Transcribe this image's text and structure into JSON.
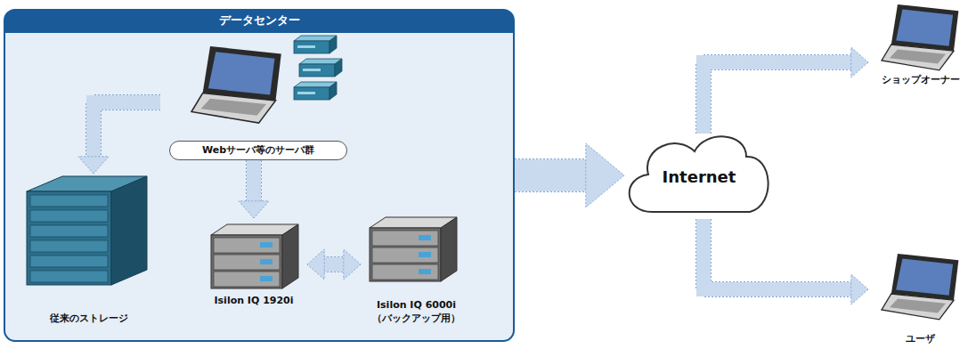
{
  "diagram": {
    "nodes": [
      {
        "text": [
          "データセンター"
        ]
      },
      {
        "text": [
          "Webサーバ等のサーバ群"
        ],
        "in": 0
      },
      {
        "text": [
          "従来のストレージ"
        ],
        "in": 0
      },
      {
        "text": [
          "Isilon IQ 1920i"
        ],
        "in": 0
      },
      {
        "text": [
          "Isilon IQ 6000i （バックアップ用）"
        ],
        "in": 0
      },
      {
        "text": [
          "Internet"
        ]
      },
      {
        "text": [
          "ショップオーナー"
        ]
      },
      {
        "text": [
          "ユーザ"
        ]
      }
    ],
    "edges": [
      {
        "from": 1,
        "to": 2,
        "arrow": "to"
      },
      {
        "from": 1,
        "to": 3,
        "arrow": "to"
      },
      {
        "from": 3,
        "to": 4,
        "arrow": "both"
      },
      {
        "from": 0,
        "to": 5,
        "arrow": "to"
      },
      {
        "from": 5,
        "to": 6,
        "arrow": "to"
      },
      {
        "from": 5,
        "to": 7,
        "arrow": "to"
      }
    ]
  }
}
